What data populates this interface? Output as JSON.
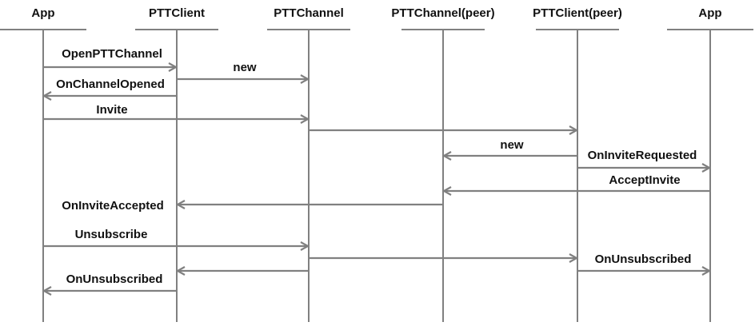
{
  "participants": [
    {
      "name": "App"
    },
    {
      "name": "PTTClient"
    },
    {
      "name": "PTTChannel"
    },
    {
      "name": "PTTChannel(peer)"
    },
    {
      "name": "PTTClient(peer)"
    },
    {
      "name": "App"
    }
  ],
  "messages": [
    {
      "from": 0,
      "to": 1,
      "label": "OpenPTTChannel"
    },
    {
      "from": 1,
      "to": 2,
      "label": "new"
    },
    {
      "from": 1,
      "to": 0,
      "label": "OnChannelOpened"
    },
    {
      "from": 0,
      "to": 2,
      "label": "Invite"
    },
    {
      "from": 2,
      "to": 4,
      "label": ""
    },
    {
      "from": 4,
      "to": 3,
      "label": "new"
    },
    {
      "from": 4,
      "to": 5,
      "label": "OnInviteRequested"
    },
    {
      "from": 5,
      "to": 3,
      "label": "AcceptInvite"
    },
    {
      "from": 3,
      "to": 1,
      "label": "OnInviteAccepted"
    },
    {
      "from": 0,
      "to": 2,
      "label": "Unsubscribe"
    },
    {
      "from": 2,
      "to": 4,
      "label": ""
    },
    {
      "from": 4,
      "to": 5,
      "label": "OnUnsubscribed"
    },
    {
      "from": 2,
      "to": 1,
      "label": ""
    },
    {
      "from": 1,
      "to": 0,
      "label": "OnUnsubscribed"
    }
  ],
  "colors": {
    "line": "#808080",
    "text": "#111111",
    "background": "#ffffff"
  }
}
